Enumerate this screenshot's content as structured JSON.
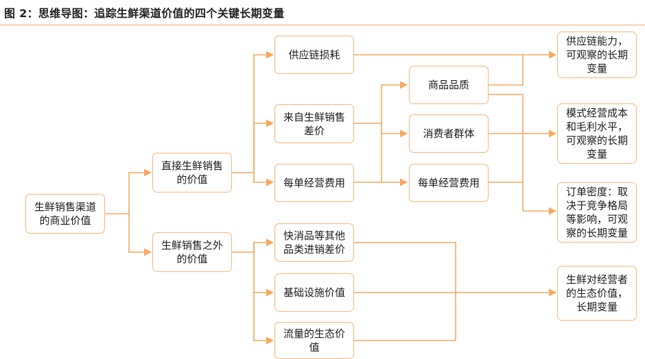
{
  "title": "图 2：思维导图：追踪生鲜渠道价值的四个关键长期变量",
  "colors": {
    "accent": "#f7b67a",
    "line": "#f7a85e",
    "rule": "#f4a96b"
  },
  "nodes": {
    "root": "生鲜销售渠道\n的商业价值",
    "direct_value": "直接生鲜销售\n的价值",
    "beyond_value": "生鲜销售之外\n的价值",
    "supply_loss": "供应链损耗",
    "price_spread": "来自生鲜销售\n差价",
    "order_cost_1": "每单经营费用",
    "fmcg_spread": "快消品等其他\n品类进销差价",
    "infrastructure": "基础设施价值",
    "traffic_eco": "流量的生态价\n值",
    "product_quality": "商品品质",
    "consumer_group": "消费者群体",
    "order_cost_2": "每单经营费用",
    "var_supply_chain": "供应链能力，\n可观察的长期\n变量",
    "var_model_cost": "模式经营成本\n和毛利水平，\n可观察的长期\n变量",
    "var_order_density": "订单密度：取\n决于竞争格局\n等影响，可观\n察的长期变量",
    "var_eco_value": "生鲜对经营者\n的生态价值，\n长期变量"
  }
}
